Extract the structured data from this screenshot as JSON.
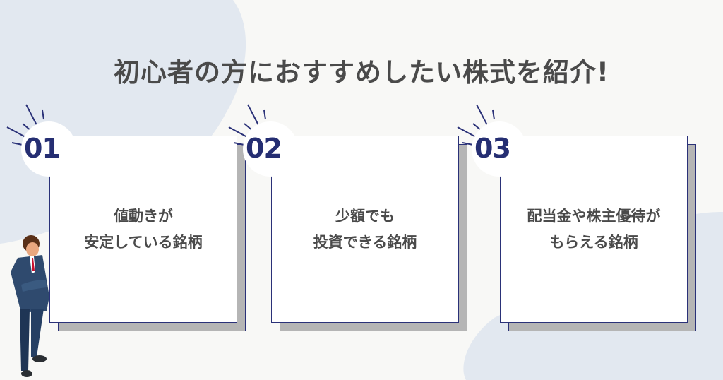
{
  "title": "初心者の方におすすめしたい株式を紹介!",
  "cards": [
    {
      "number": "01",
      "line1": "値動きが",
      "line2": "安定している銘柄"
    },
    {
      "number": "02",
      "line1": "少額でも",
      "line2": "投資できる銘柄"
    },
    {
      "number": "03",
      "line1": "配当金や株主優待が",
      "line2": "もらえる銘柄"
    }
  ],
  "colors": {
    "navy": "#2a3178",
    "blob": "#e2e8f0",
    "text": "#4a4a4a"
  }
}
